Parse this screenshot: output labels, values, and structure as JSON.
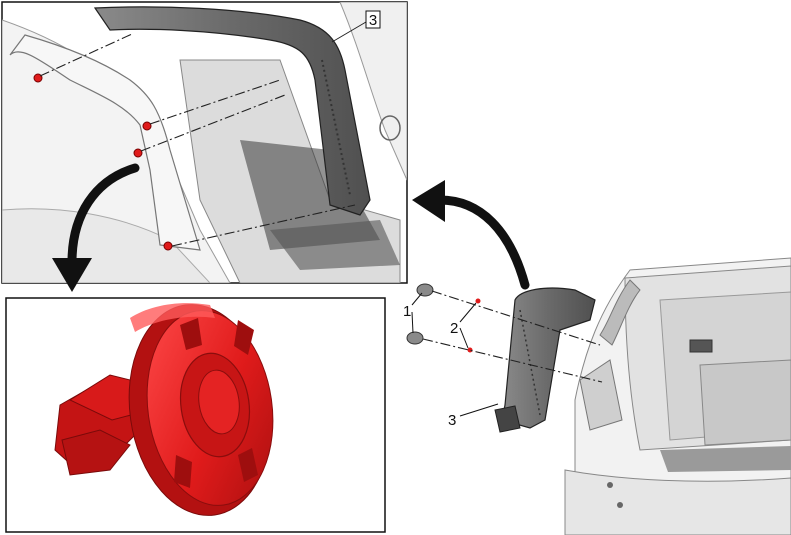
{
  "diagram": {
    "callouts": {
      "boxed_top": "3",
      "label_1": "1",
      "label_2": "2",
      "label_3": "3"
    },
    "colors": {
      "fastener_red": "#e01b1b",
      "fastener_red_dark": "#a80f0f",
      "trim_gray": "#6e6e6e",
      "body_light": "#eeeeee",
      "line": "#222222"
    },
    "icons": [
      "curved-arrow-icon",
      "push-clip-retainer-icon",
      "trim-panel-icon"
    ]
  }
}
